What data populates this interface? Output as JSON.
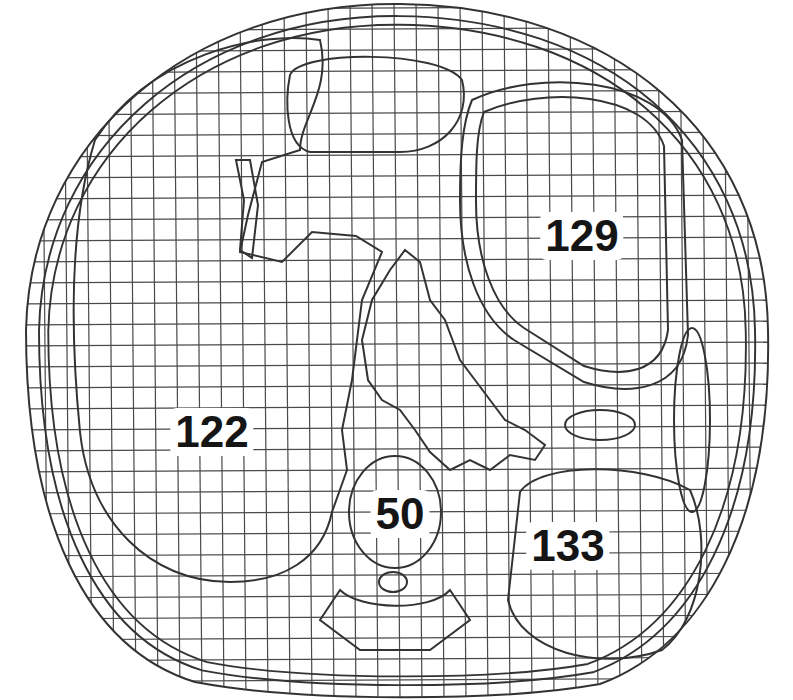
{
  "diagram": {
    "labels": [
      "129",
      "122",
      "50",
      "133"
    ]
  }
}
